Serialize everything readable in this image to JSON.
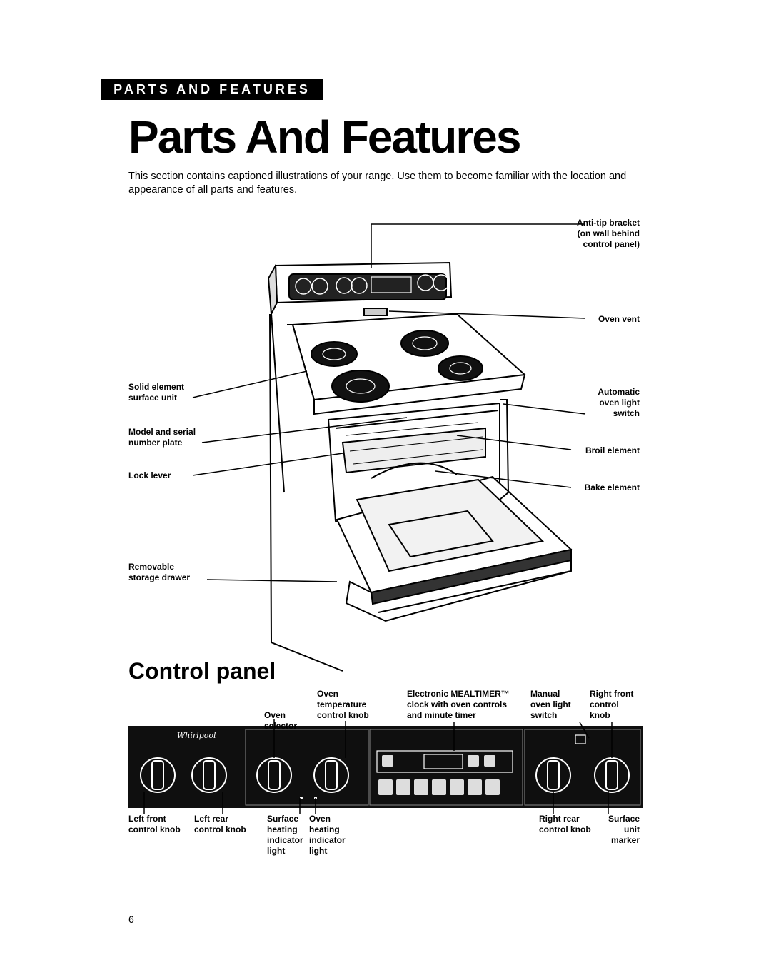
{
  "header": {
    "section_banner": "PARTS AND FEATURES",
    "title": "Parts And Features"
  },
  "intro": "This section contains captioned illustrations of your range. Use them to become familiar with the location and appearance of all parts and features.",
  "range_callouts": {
    "anti_tip": [
      "Anti-tip bracket",
      "(on wall behind",
      "control panel)"
    ],
    "oven_vent": [
      "Oven vent"
    ],
    "solid_element": [
      "Solid element",
      "surface unit"
    ],
    "model_serial": [
      "Model and serial",
      "number plate"
    ],
    "lock_lever": [
      "Lock lever"
    ],
    "storage_drawer": [
      "Removable",
      "storage drawer"
    ],
    "oven_light_switch": [
      "Automatic",
      "oven light",
      "switch"
    ],
    "broil": [
      "Broil element"
    ],
    "bake": [
      "Bake element"
    ]
  },
  "control_panel": {
    "heading": "Control panel",
    "top_labels": {
      "oven_selector": [
        "Oven",
        "selector"
      ],
      "oven_temp": [
        "Oven",
        "temperature",
        "control knob"
      ],
      "mealtimer": [
        "Electronic MEALTIMER™",
        "clock with oven controls",
        "and minute timer"
      ],
      "manual_light": [
        "Manual",
        "oven light",
        "switch"
      ],
      "right_front": [
        "Right front",
        "control",
        "knob"
      ]
    },
    "bottom_labels": {
      "left_front": [
        "Left front",
        "control knob"
      ],
      "left_rear": [
        "Left rear",
        "control knob"
      ],
      "surface_heating": [
        "Surface",
        "heating",
        "indicator",
        "light"
      ],
      "oven_heating": [
        "Oven",
        "heating",
        "indicator",
        "light"
      ],
      "right_rear": [
        "Right rear",
        "control knob"
      ],
      "surface_marker": [
        "Surface",
        "unit",
        "marker"
      ]
    },
    "brand": "Whirlpool"
  },
  "page_number": "6"
}
